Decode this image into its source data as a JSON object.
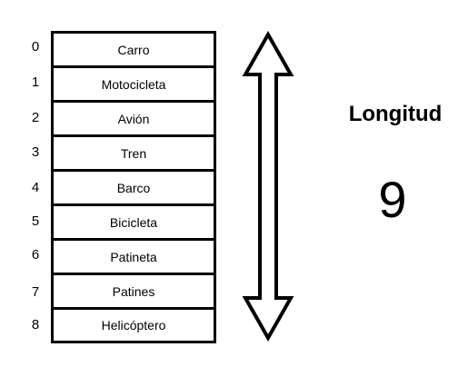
{
  "array": {
    "items": [
      {
        "index": "0",
        "value": "Carro"
      },
      {
        "index": "1",
        "value": "Motocicleta"
      },
      {
        "index": "2",
        "value": "Avión"
      },
      {
        "index": "3",
        "value": "Tren"
      },
      {
        "index": "4",
        "value": "Barco"
      },
      {
        "index": "5",
        "value": "Bicicleta"
      },
      {
        "index": "6",
        "value": "Patineta"
      },
      {
        "index": "7",
        "value": "Patines"
      },
      {
        "index": "8",
        "value": "Helicóptero"
      }
    ]
  },
  "length": {
    "title": "Longitud",
    "value": "9"
  },
  "arrow_icon": "double-headed-vertical-arrow"
}
